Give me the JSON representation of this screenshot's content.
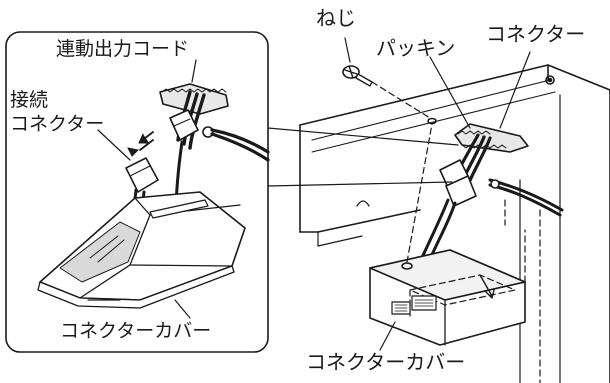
{
  "labels": {
    "neji": "ねじ",
    "packing": "パッキン",
    "connector": "コネクター",
    "interlock_cord": "連動出力コード",
    "joint_connector_line1": "接続",
    "joint_connector_line2": "コネクター",
    "connector_cover_inset": "コネクターカバー",
    "connector_cover_main": "コネクターカバー"
  },
  "colors": {
    "line": "#1a1a1a",
    "fill": "#ffffff",
    "shade": "#d9d9d9",
    "dark_shade": "#8a8a8a"
  }
}
